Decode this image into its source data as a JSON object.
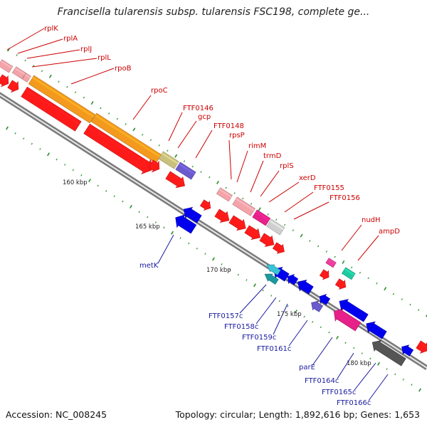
{
  "title": "Francisella tularensis subsp. tularensis FSC198, complete ge...",
  "footer": {
    "accession": "Accession: NC_008245",
    "summary": "Topology: circular; Length: 1,892,616 bp; Genes: 1,653"
  },
  "colors": {
    "backbone": "#909090",
    "forward_label": "#cc0000",
    "reverse_label": "#1a1aa0",
    "tick": "#2d8f2d",
    "scale_text": "#222222"
  },
  "scale_labels": [
    {
      "name": "scale-160kbp",
      "text": "160 kbp"
    },
    {
      "name": "scale-165kbp",
      "text": "165 kbp"
    },
    {
      "name": "scale-170kbp",
      "text": "170 kbp"
    },
    {
      "name": "scale-175kbp",
      "text": "175 kbp"
    },
    {
      "name": "scale-180kbp",
      "text": "180 kbp"
    }
  ],
  "forward_labels": [
    "rplK",
    "rplA",
    "rplJ",
    "rplL",
    "rpoB",
    "rpoC",
    "FTF0146",
    "gcp",
    "FTF0148",
    "rpsP",
    "rimM",
    "trmD",
    "rplS",
    "xerD",
    "FTF0155",
    "FTF0156",
    "nudH",
    "ampD"
  ],
  "reverse_labels": [
    "metK",
    "FTF0157c",
    "FTF0158c",
    "FTF0159c",
    "FTF0161c",
    "parE",
    "FTF0164c",
    "FTF0165c",
    "FTF0166c"
  ]
}
